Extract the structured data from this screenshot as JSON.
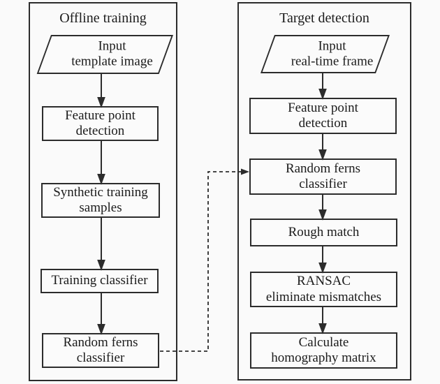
{
  "diagram": {
    "colors": {
      "background": "#fafafa",
      "line": "#2c2c2c",
      "text": "#1b1b1b"
    },
    "columns": [
      {
        "title": "Offline training",
        "input": "Input\ntemplate image",
        "steps": [
          "Feature point\ndetection",
          "Synthetic training\nsamples",
          "Training classifier",
          "Random ferns\nclassifier"
        ]
      },
      {
        "title": "Target detection",
        "input": "Input\nreal-time frame",
        "steps": [
          "Feature point\ndetection",
          "Random ferns\nclassifier",
          "Rough match",
          "RANSAC\neliminate mismatches",
          "Calculate\nhomography matrix"
        ]
      }
    ]
  }
}
